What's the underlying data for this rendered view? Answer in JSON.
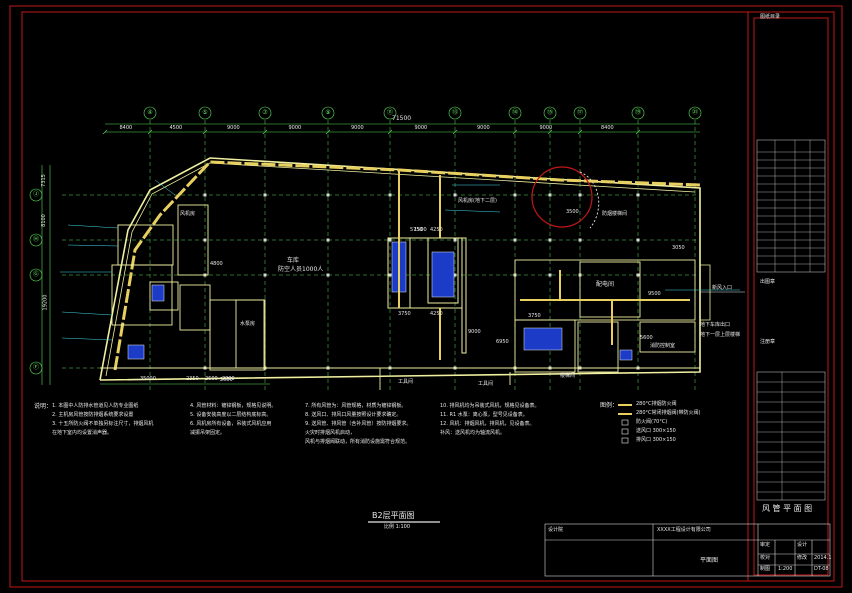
{
  "colors": {
    "background": "#000000",
    "frame": "#c01818",
    "axis": "#5ae05a",
    "wall": "#f0f0a0",
    "duct": "#e8d060",
    "text_white": "#e8e8e8",
    "text_cyan": "#40d8e8",
    "text_yellow": "#f0e040",
    "text_magenta": "#e040e0",
    "blue_fill": "#1c3cc8"
  },
  "grid_axes": {
    "columns": [
      "④",
      "⑤",
      "⑦",
      "⑨",
      "⑪",
      "⑬",
      "⑭",
      "⑮",
      "⑰",
      "⑲",
      "㉑"
    ],
    "rows": [
      "Ⓙ",
      "Ⓗ",
      "Ⓖ",
      "Ⓕ"
    ]
  },
  "dimensions": {
    "top_total": "71500",
    "top_spans": [
      "8400",
      "4500",
      "9000",
      "9000",
      "9000",
      "9000",
      "9000",
      "9000",
      "8400"
    ],
    "left_spans": [
      "7315",
      "8100",
      "19200"
    ],
    "bottom_spans": [
      "35000",
      "2350",
      "2600",
      "2300"
    ],
    "misc": [
      "3750",
      "4250",
      "5750",
      "4250",
      "9000",
      "6950",
      "1500",
      "4800",
      "2550",
      "5600",
      "9500",
      "3750",
      "3500",
      "3050"
    ]
  },
  "room_labels": {
    "garage": "车库",
    "garage_capacity": "防空人员1000人",
    "water_pump": "水泵房",
    "substation": "配电间",
    "fire_control": "消防控制室",
    "exit_ramp": "地下车库出口",
    "stair": "楼梯间",
    "corridor": "工具间",
    "toilet_a": "工具间",
    "ramp_up": "地下一层上层楼梯",
    "air_entry": "新风入口",
    "fan_room_a": "风机房(地下二层)",
    "fan_room_b": "风机房",
    "smoke_exhaust": "防烟楼梯间"
  },
  "notes": {
    "heading": "说明：",
    "col1": [
      "1. 本图中人防排水管道见人防专业图纸",
      "2. 主机房风管按防排烟系统要求设置",
      "3. 十五所防火阀不单独另标注尺寸，排烟风机",
      "   在地下室内均设置消声器。"
    ],
    "col2": [
      "4. 风管材料：镀锌钢板，规格见说明。",
      "5. 设备安装高度以二层结构底标高。",
      "6. 风机房所有设备，吊装式风机应用",
      "   减振吊架固定。"
    ],
    "col3": [
      "7. 所有风管为：风管规格，材质为镀锌钢板。",
      "8. 送风口、排风口风量按照设计要求确定。",
      "9. 送风管、排风管（含补风管）按防排烟要求。",
      "   火灾时排烟风机启动，",
      "   风机与排烟阀联动，所有消防设施需符合规范。"
    ],
    "col4": [
      "10. 排风机均为吊装式风机，规格见设备表。",
      "11. R1 水泵：离心泵，型号见设备表。",
      "12. 风机：排烟风机，排风机，见设备表。",
      "    补风：送风机均为轴流风机。"
    ]
  },
  "legend": {
    "heading": "图例：",
    "items": [
      "280°C排烟防火阀",
      "280°C常闭排烟阀(带防火阀)",
      "防火阀(70°C)",
      "送风口 300×150",
      "排风口 300×150"
    ]
  },
  "title_block": {
    "plan_title": "B2层平面图",
    "plan_subtitle": "比例 1:100",
    "drawing_title": "平面图",
    "big_title": "风 管 平 面 图",
    "scale": "1:200",
    "sheet_no": "DT-08",
    "date": "2014.1",
    "company": "设计院",
    "project": "XXXX工程设计有限公司",
    "revision_label": "修改",
    "approval_label": "审定",
    "check_label": "校对",
    "design_label": "设计",
    "drawn_label": "制图",
    "right_stamp_top": "图纸目录",
    "right_stamp_mid": "出图章",
    "right_stamp_low": "注册章"
  }
}
